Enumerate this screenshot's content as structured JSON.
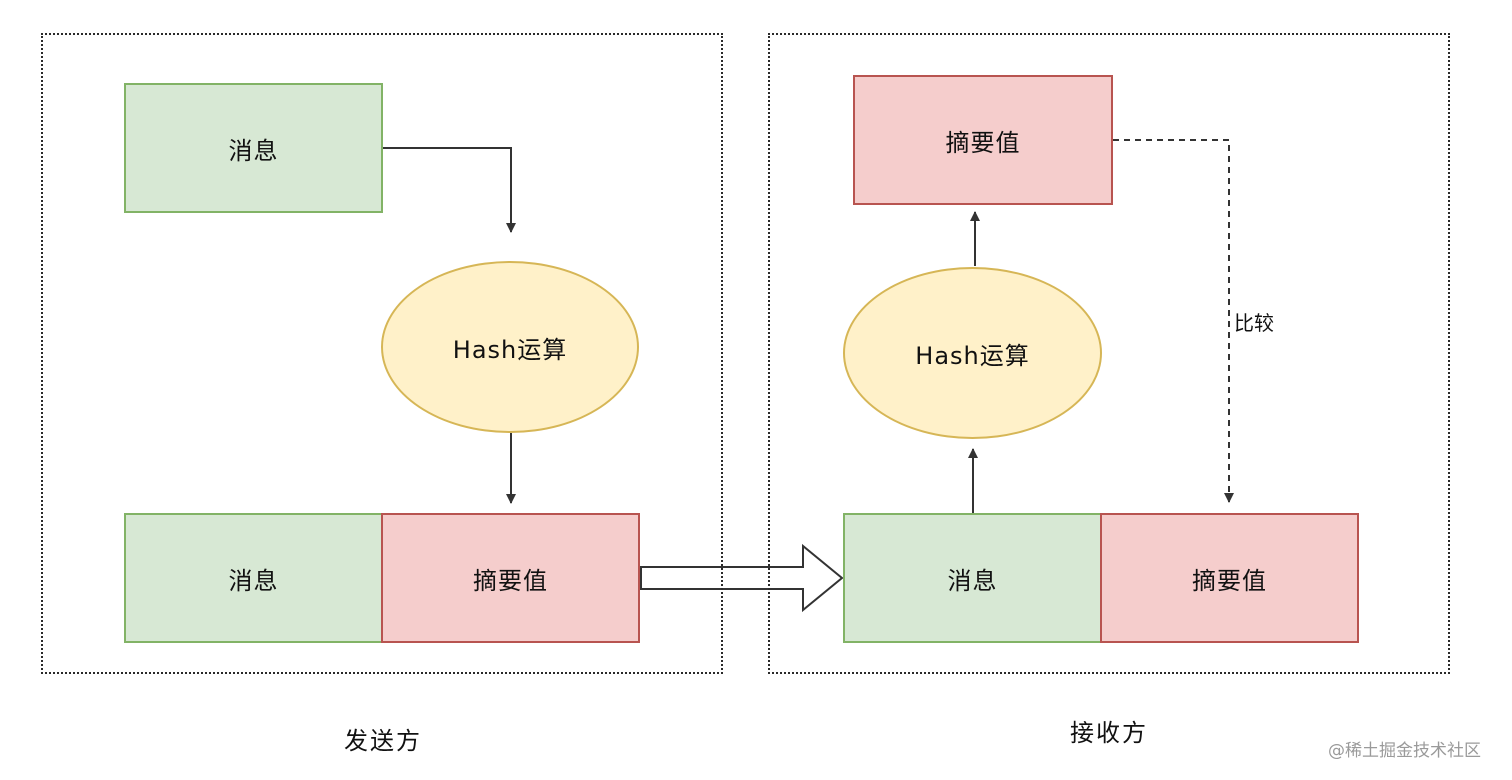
{
  "sender": {
    "caption": "发送方",
    "message_top": "消息",
    "hash_op": "Hash运算",
    "message_bottom": "消息",
    "digest_bottom": "摘要值"
  },
  "receiver": {
    "caption": "接收方",
    "digest_top": "摘要值",
    "hash_op": "Hash运算",
    "message_bottom": "消息",
    "digest_bottom": "摘要值",
    "compare_label": "比较"
  },
  "watermark": "@稀土掘金技术社区",
  "colors": {
    "message_fill": "#d7e8d4",
    "message_border": "#82b366",
    "digest_fill": "#f5cdcc",
    "digest_border": "#b85450",
    "hash_fill": "#fff1c9",
    "hash_border": "#d6b656",
    "arrow": "#333333"
  }
}
